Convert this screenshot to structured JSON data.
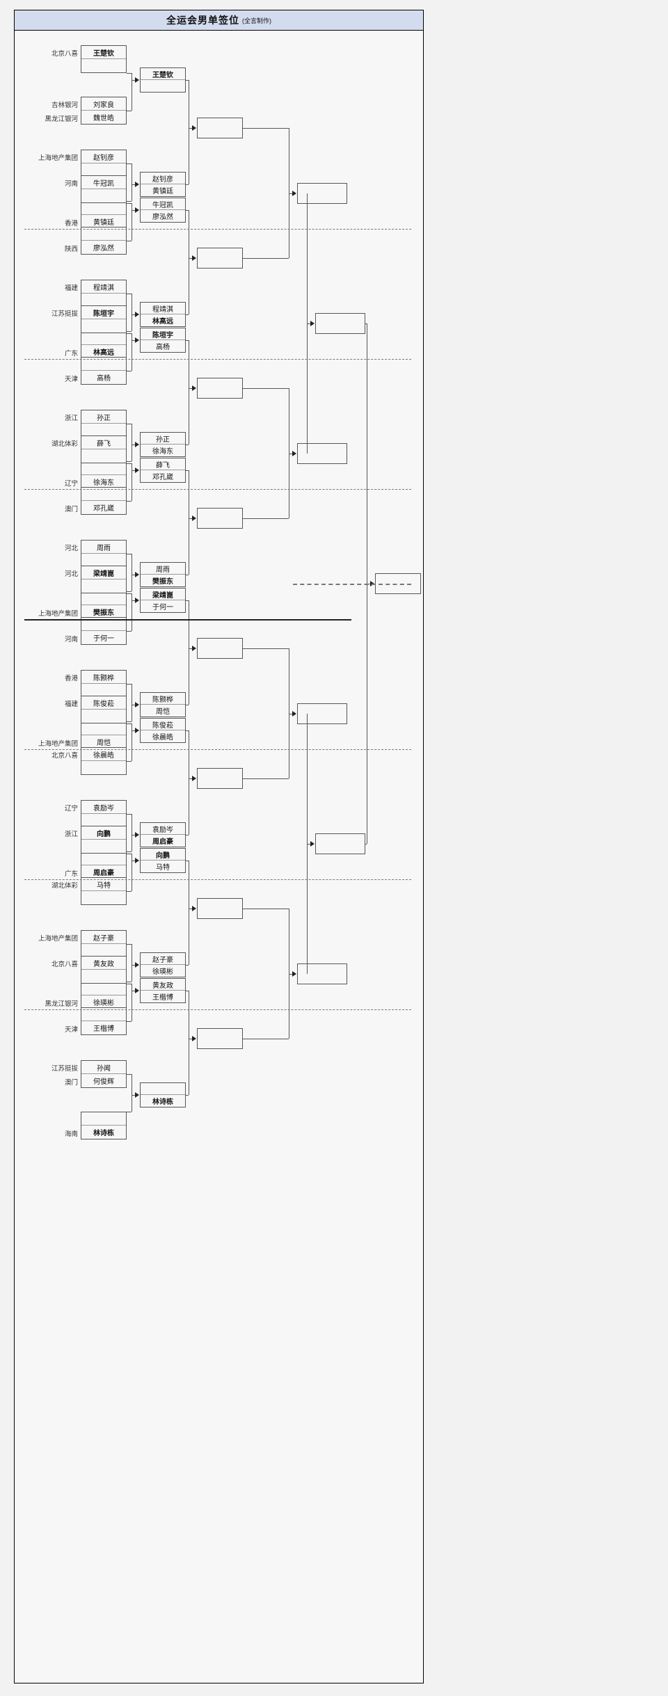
{
  "header": {
    "title": "全运会男单签位",
    "subtitle": "(全言制作)",
    "bg": "#d3dcef"
  },
  "chart_data": {
    "type": "table",
    "title": "全运会男单签位",
    "note": "全言制作",
    "description": "32-slot single-elimination men's singles draw bracket. Round 1 entries with provincial/club affiliations, round 2 winners, and empty boxes for later rounds.",
    "rounds": 5,
    "groups": [
      {
        "id": "g1",
        "slots": [
          {
            "org": "北京八喜",
            "name": "王楚钦",
            "seed": true
          },
          {
            "org": "",
            "name": "",
            "seed": false
          },
          {
            "org": "吉林银河",
            "name": "刘家良",
            "seed": false
          },
          {
            "org": "黑龙江银河",
            "name": "魏世皓",
            "seed": false
          },
          {
            "org": "上海地产集团",
            "name": "赵钊彦",
            "seed": false
          },
          {
            "org": "",
            "name": "",
            "seed": false
          },
          {
            "org": "",
            "name": "",
            "seed": false
          },
          {
            "org": "香港",
            "name": "黄镇廷",
            "seed": false
          }
        ],
        "r2": [
          {
            "top": "王楚钦",
            "bottom": "",
            "topSeed": true
          },
          {
            "top": "赵钊彦",
            "bottom": "黄镇廷",
            "topSeed": false
          }
        ]
      },
      {
        "id": "g2",
        "slots": [
          {
            "org": "河南",
            "name": "牛冠凯",
            "seed": false
          },
          {
            "org": "",
            "name": "",
            "seed": false
          },
          {
            "org": "",
            "name": "",
            "seed": false
          },
          {
            "org": "陕西",
            "name": "廖泓然",
            "seed": false
          },
          {
            "org": "福建",
            "name": "程靖淇",
            "seed": false
          },
          {
            "org": "",
            "name": "",
            "seed": false
          },
          {
            "org": "",
            "name": "",
            "seed": false
          },
          {
            "org": "广东",
            "name": "林高远",
            "seed": true
          }
        ],
        "r2": [
          {
            "top": "牛冠凯",
            "bottom": "廖泓然",
            "topSeed": false
          },
          {
            "top": "程靖淇",
            "bottom": "林高远",
            "bottomSeed": true
          }
        ]
      },
      {
        "id": "g3",
        "slots": [
          {
            "org": "江苏挺拔",
            "name": "陈垣宇",
            "seed": true
          },
          {
            "org": "",
            "name": "",
            "seed": false
          },
          {
            "org": "",
            "name": "",
            "seed": false
          },
          {
            "org": "天津",
            "name": "高杨",
            "seed": false
          },
          {
            "org": "浙江",
            "name": "孙正",
            "seed": false
          },
          {
            "org": "",
            "name": "",
            "seed": false
          },
          {
            "org": "",
            "name": "",
            "seed": false
          },
          {
            "org": "辽宁",
            "name": "徐海东",
            "seed": false
          }
        ],
        "r2": [
          {
            "top": "陈垣宇",
            "bottom": "高杨",
            "topSeed": true
          },
          {
            "top": "孙正",
            "bottom": "徐海东",
            "topSeed": false
          }
        ]
      },
      {
        "id": "g4",
        "slots": [
          {
            "org": "湖北体彩",
            "name": "薛飞",
            "seed": false
          },
          {
            "org": "",
            "name": "",
            "seed": false
          },
          {
            "org": "",
            "name": "",
            "seed": false
          },
          {
            "org": "澳门",
            "name": "邓孔崴",
            "seed": false
          },
          {
            "org": "河北",
            "name": "周雨",
            "seed": false
          },
          {
            "org": "",
            "name": "",
            "seed": false
          },
          {
            "org": "",
            "name": "",
            "seed": false
          },
          {
            "org": "上海地产集团",
            "name": "樊振东",
            "seed": true
          }
        ],
        "r2": [
          {
            "top": "薛飞",
            "bottom": "邓孔崴",
            "topSeed": false
          },
          {
            "top": "周雨",
            "bottom": "樊振东",
            "bottomSeed": true
          }
        ]
      },
      {
        "id": "g5",
        "slots": [
          {
            "org": "河北",
            "name": "梁靖崑",
            "seed": true
          },
          {
            "org": "",
            "name": "",
            "seed": false
          },
          {
            "org": "",
            "name": "",
            "seed": false
          },
          {
            "org": "河南",
            "name": "于何一",
            "seed": false
          },
          {
            "org": "香港",
            "name": "陈颢桦",
            "seed": false
          },
          {
            "org": "",
            "name": "",
            "seed": false
          },
          {
            "org": "",
            "name": "",
            "seed": false
          },
          {
            "org": "上海地产集团",
            "name": "周恺",
            "seed": false
          }
        ],
        "r2": [
          {
            "top": "梁靖崑",
            "bottom": "于何一",
            "topSeed": true
          },
          {
            "top": "陈颢桦",
            "bottom": "周恺",
            "topSeed": false
          }
        ]
      },
      {
        "id": "g6",
        "slots": [
          {
            "org": "福建",
            "name": "陈俊菘",
            "seed": false
          },
          {
            "org": "",
            "name": "",
            "seed": false
          },
          {
            "org": "北京八喜",
            "name": "徐晨皓",
            "seed": false
          },
          {
            "org": "",
            "name": "",
            "seed": false
          },
          {
            "org": "辽宁",
            "name": "袁励岑",
            "seed": false
          },
          {
            "org": "",
            "name": "",
            "seed": false
          },
          {
            "org": "",
            "name": "",
            "seed": false
          },
          {
            "org": "广东",
            "name": "周启豪",
            "seed": true
          }
        ],
        "r2": [
          {
            "top": "陈俊菘",
            "bottom": "徐晨皓",
            "topSeed": false
          },
          {
            "top": "袁励岑",
            "bottom": "周启豪",
            "bottomSeed": true
          }
        ]
      },
      {
        "id": "g7",
        "slots": [
          {
            "org": "浙江",
            "name": "向鹏",
            "seed": true
          },
          {
            "org": "",
            "name": "",
            "seed": false
          },
          {
            "org": "湖北体彩",
            "name": "马特",
            "seed": false
          },
          {
            "org": "",
            "name": "",
            "seed": false
          },
          {
            "org": "上海地产集团",
            "name": "赵子豪",
            "seed": false
          },
          {
            "org": "",
            "name": "",
            "seed": false
          },
          {
            "org": "",
            "name": "",
            "seed": false
          },
          {
            "org": "黑龙江银河",
            "name": "徐瑛彬",
            "seed": false
          }
        ],
        "r2": [
          {
            "top": "向鹏",
            "bottom": "马特",
            "topSeed": true
          },
          {
            "top": "赵子豪",
            "bottom": "徐瑛彬",
            "topSeed": false
          }
        ]
      },
      {
        "id": "g8",
        "slots": [
          {
            "org": "北京八喜",
            "name": "黄友政",
            "seed": false
          },
          {
            "org": "",
            "name": "",
            "seed": false
          },
          {
            "org": "",
            "name": "",
            "seed": false
          },
          {
            "org": "天津",
            "name": "王楷博",
            "seed": false
          },
          {
            "org": "江苏挺拔",
            "name": "孙闻",
            "seed": false
          },
          {
            "org": "澳门",
            "name": "何俊辉",
            "seed": false
          },
          {
            "org": "",
            "name": "",
            "seed": false
          },
          {
            "org": "海南",
            "name": "林诗栋",
            "seed": true
          }
        ],
        "r2": [
          {
            "top": "黄友政",
            "bottom": "王楷博",
            "topSeed": false
          },
          {
            "top": "",
            "bottom": "林诗栋",
            "bottomSeed": true
          }
        ]
      }
    ],
    "later_rounds_empty": true
  }
}
